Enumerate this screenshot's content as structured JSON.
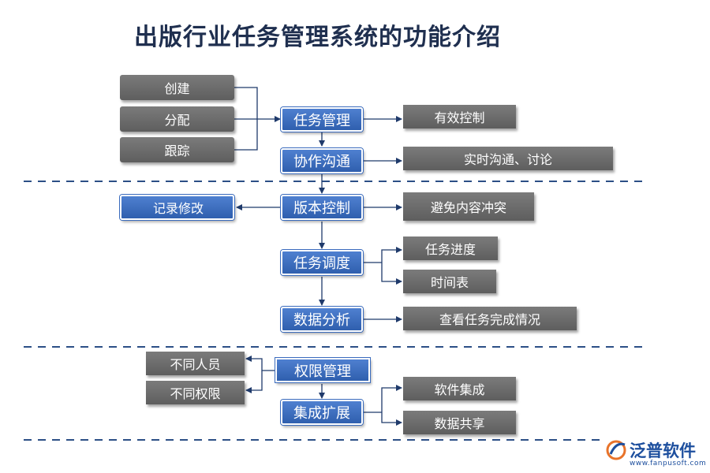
{
  "title": "出版行业任务管理系统的功能介绍",
  "left_inputs": [
    "创建",
    "分配",
    "跟踪"
  ],
  "main_steps": [
    "任务管理",
    "协作沟通",
    "版本控制",
    "任务调度",
    "数据分析",
    "权限管理",
    "集成扩展"
  ],
  "left_outputs": {
    "record": "记录修改",
    "perm_1": "不同人员",
    "perm_2": "不同权限"
  },
  "right_outputs": {
    "task": "有效控制",
    "collab": "实时沟通、讨论",
    "version": "避免内容冲突",
    "schedule_1": "任务进度",
    "schedule_2": "时间表",
    "analysis": "查看任务完成情况",
    "ext_1": "软件集成",
    "ext_2": "数据共享"
  },
  "logo": {
    "name": "泛普软件",
    "url": "www.fanpusoft.com"
  },
  "colors": {
    "blue_box": "#3a6bbd",
    "grey_box": "#6a6a6a",
    "dashed_line": "#2c4f86",
    "arrow": "#1f3a6b",
    "title": "#1f2f4f"
  }
}
